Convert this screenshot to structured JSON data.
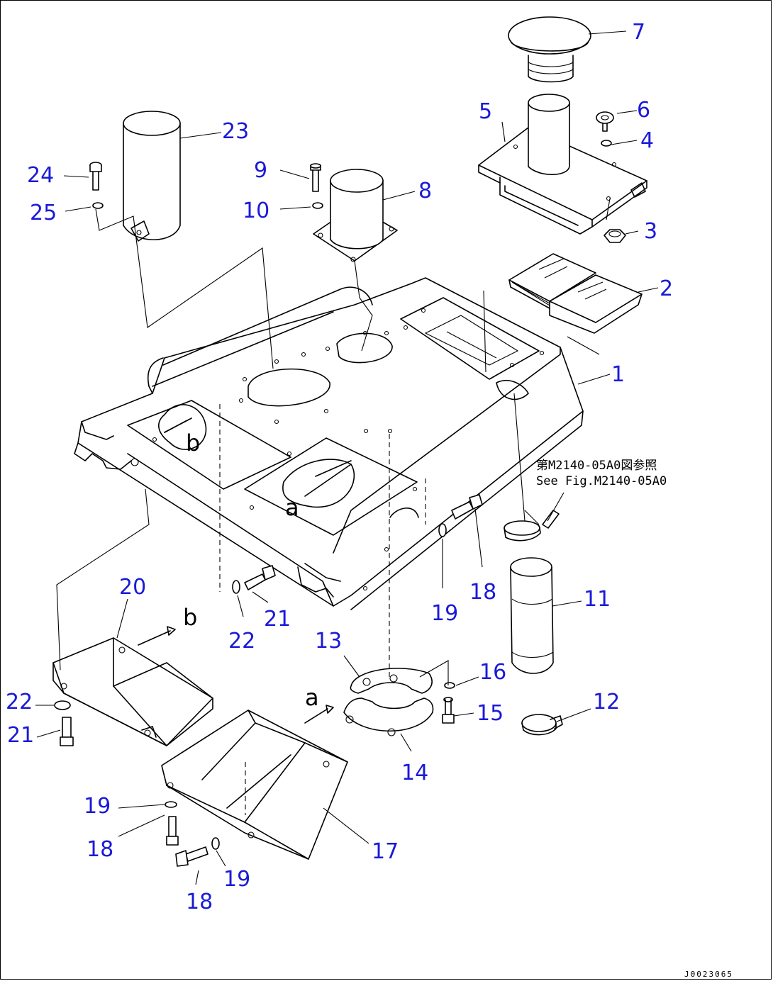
{
  "callouts": [
    {
      "n": "1"
    },
    {
      "n": "2"
    },
    {
      "n": "3"
    },
    {
      "n": "4"
    },
    {
      "n": "5"
    },
    {
      "n": "6"
    },
    {
      "n": "7"
    },
    {
      "n": "8"
    },
    {
      "n": "9"
    },
    {
      "n": "10"
    },
    {
      "n": "11"
    },
    {
      "n": "12"
    },
    {
      "n": "13"
    },
    {
      "n": "14"
    },
    {
      "n": "15"
    },
    {
      "n": "16"
    },
    {
      "n": "17"
    },
    {
      "n": "18"
    },
    {
      "n": "18"
    },
    {
      "n": "18"
    },
    {
      "n": "19"
    },
    {
      "n": "19"
    },
    {
      "n": "19"
    },
    {
      "n": "20"
    },
    {
      "n": "21"
    },
    {
      "n": "21"
    },
    {
      "n": "22"
    },
    {
      "n": "22"
    },
    {
      "n": "23"
    },
    {
      "n": "24"
    },
    {
      "n": "25"
    }
  ],
  "reference": {
    "line1": "第M2140-05A0図参照",
    "line2": "See Fig.M2140-05A0"
  },
  "detail_tags": {
    "a1": "a",
    "a2": "a",
    "b1": "b",
    "b2": "b"
  },
  "drawing_code": "J0023065",
  "colors": {
    "callout": "#1a1ad8",
    "line": "#000000"
  }
}
